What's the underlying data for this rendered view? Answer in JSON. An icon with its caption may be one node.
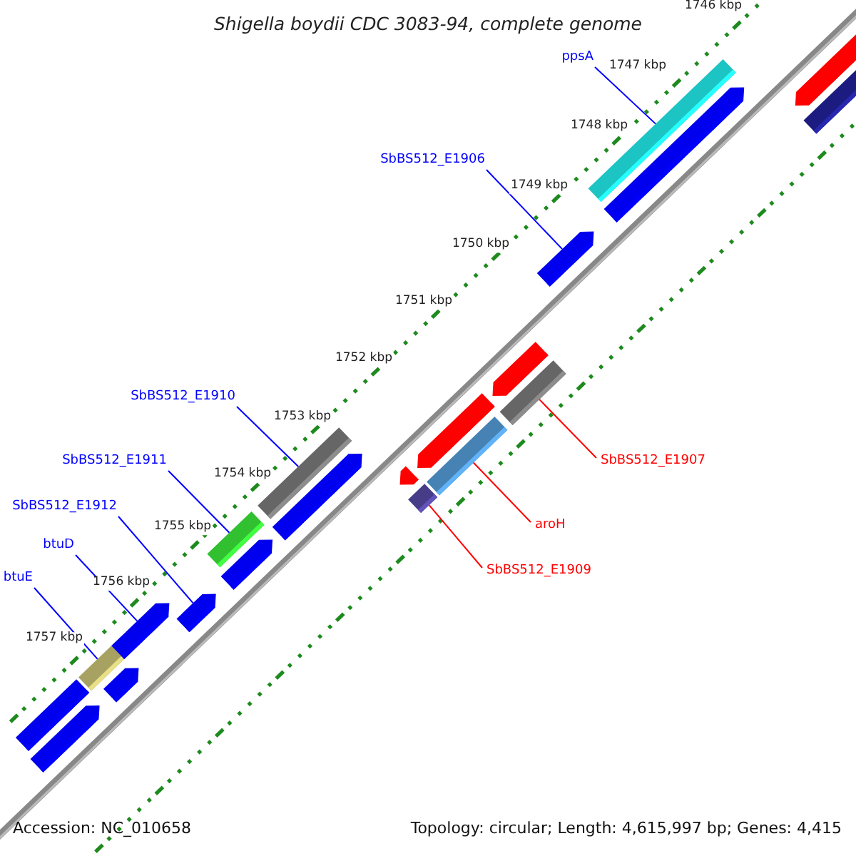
{
  "diagram": {
    "title": "Shigella boydii CDC 3083-94, complete genome",
    "nodes": [
      {
        "text": [
          "ppsA"
        ]
      },
      {
        "text": [
          "SbBS512_E1906"
        ]
      },
      {
        "text": [
          "SbBS512_E1910"
        ]
      },
      {
        "text": [
          "SbBS512_E1911"
        ]
      },
      {
        "text": [
          "SbBS512_E1907"
        ]
      },
      {
        "text": [
          "SbBS512_E1912"
        ]
      },
      {
        "text": [
          "aroH"
        ]
      },
      {
        "text": [
          "btuD"
        ]
      },
      {
        "text": [
          "SbBS512_E1909"
        ]
      },
      {
        "text": [
          "btuE"
        ]
      },
      {
        "text": [],
        "shape": "bar"
      },
      {
        "text": [],
        "shape": "bar"
      },
      {
        "text": [],
        "shape": "bar"
      },
      {
        "text": [],
        "shape": "bar"
      },
      {
        "text": [],
        "shape": "bar"
      },
      {
        "text": [],
        "shape": "bar"
      },
      {
        "text": [],
        "shape": "bar"
      },
      {
        "text": [],
        "shape": "bar"
      },
      {
        "text": [],
        "shape": "bar"
      },
      {
        "text": [],
        "shape": "bar"
      }
    ],
    "edges": [
      {
        "from": 0,
        "to": 19,
        "arrow": "none"
      },
      {
        "from": 1,
        "to": 18,
        "arrow": "none"
      },
      {
        "from": 2,
        "to": 14,
        "arrow": "none"
      },
      {
        "from": 3,
        "to": 13,
        "arrow": "none"
      },
      {
        "from": 4,
        "to": 17,
        "arrow": "none",
        "color": "#ff0000"
      },
      {
        "from": 5,
        "to": 12,
        "arrow": "none"
      },
      {
        "from": 6,
        "to": 16,
        "arrow": "none",
        "color": "#ff0000"
      },
      {
        "from": 7,
        "to": 11,
        "arrow": "none"
      },
      {
        "from": 8,
        "to": 15,
        "arrow": "none",
        "color": "#ff0000"
      },
      {
        "from": 9,
        "to": 10,
        "arrow": "none"
      }
    ],
    "labels": [
      "1746 kbp",
      "1747 kbp",
      "1748 kbp",
      "1749 kbp",
      "1750 kbp",
      "1751 kbp",
      "1752 kbp",
      "1753 kbp",
      "1754 kbp",
      "1755 kbp",
      "1756 kbp",
      "1757 kbp",
      "Accession: NC_010658",
      "Topology: circular; Length: 4,615,997 bp; Genes: 4,415"
    ]
  }
}
